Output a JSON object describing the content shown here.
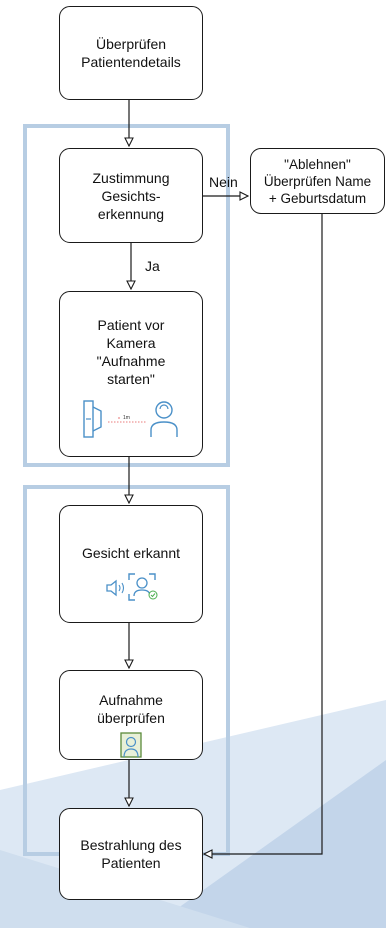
{
  "colors": {
    "frame": "#b7cde3",
    "stroke": "#1a1a1a",
    "icon": "#4a90c8",
    "check": "#4caf50",
    "photo_frame": "#5a8a3a",
    "wave_light": "#dde8f4",
    "wave_dark": "#c3d5ea"
  },
  "nodes": {
    "check_patient": "Überprüfen\nPatientendetails",
    "consent": "Zustimmung\nGesichts-\nerkennung",
    "reject": "\"Ablehnen\"\nÜberprüfen Name\n+ Geburtsdatum",
    "camera": "Patient vor\nKamera\n\"Aufnahme\nstarten\"",
    "camera_distance": "1m",
    "face_detected": "Gesicht erkannt",
    "review_image": "Aufnahme\nüberprüfen",
    "irradiation": "Bestrahlung des\nPatienten"
  },
  "edges": {
    "no_label": "Nein",
    "yes_label": "Ja"
  },
  "icons": {
    "camera_node": [
      "camera-device-icon",
      "distance-arrow-icon",
      "person-icon"
    ],
    "face_node": [
      "speaker-icon",
      "face-scan-icon",
      "check-icon"
    ],
    "review_node": [
      "portrait-photo-icon"
    ]
  }
}
